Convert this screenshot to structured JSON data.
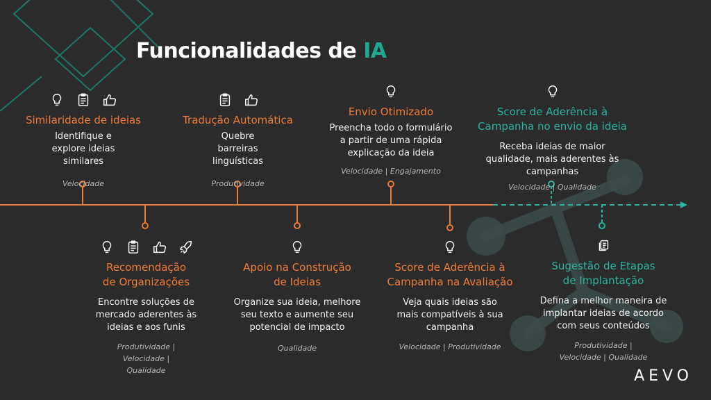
{
  "title": {
    "main": "Funcionalidades de",
    "accent": "IA"
  },
  "items": [
    {
      "title": "Similaridade de ideias",
      "desc": "Identifique e explore ideias similares",
      "tags": "Velocidade",
      "icons": [
        "lightbulb-icon",
        "clipboard-icon",
        "thumbs-up-icon"
      ]
    },
    {
      "title": "Recomendação de Organizações",
      "desc": "Encontre soluções de mercado aderentes às ideias e aos funis",
      "tags": "Produtividade | Velocidade | Qualidade",
      "icons": [
        "lightbulb-icon",
        "clipboard-icon",
        "thumbs-up-icon",
        "rocket-icon"
      ]
    },
    {
      "title": "Tradução Automática",
      "desc": "Quebre barreiras linguísticas",
      "tags": "Produtividade",
      "icons": [
        "clipboard-icon",
        "thumbs-up-icon"
      ]
    },
    {
      "title": "Apoio na Construção de Ideias",
      "desc": "Organize sua ideia, melhore seu texto e aumente seu potencial de impacto",
      "tags": "Qualidade",
      "icons": [
        "lightbulb-icon"
      ]
    },
    {
      "title": "Envio Otimizado",
      "desc": "Preencha todo o formulário a partir de uma rápida explicação da ideia",
      "tags": "Velocidade | Engajamento",
      "icons": [
        "lightbulb-icon"
      ]
    },
    {
      "title": "Score de Aderência à Campanha na Avaliação",
      "desc": "Veja quais ideias são mais compatíveis à sua campanha",
      "tags": "Velocidade | Produtividade",
      "icons": [
        "lightbulb-icon"
      ]
    },
    {
      "title": "Score de Aderência à Campanha no envio da ideia",
      "desc": "Receba ideias de maior qualidade, mais aderentes às campanhas",
      "tags": "Velocidade | Qualidade",
      "icons": [
        "lightbulb-icon"
      ]
    },
    {
      "title": "Sugestão de Etapas de Implantação",
      "desc": "Defina a melhor maneira de implantar ideias de acordo com seus conteúdos",
      "tags": "Produtividade | Velocidade | Qualidade",
      "icons": [
        "copy-icon"
      ]
    }
  ],
  "logo": "AEVO",
  "colors": {
    "background": "#2b2b2b",
    "orange": "#f07c38",
    "teal": "#2ab5a0"
  }
}
